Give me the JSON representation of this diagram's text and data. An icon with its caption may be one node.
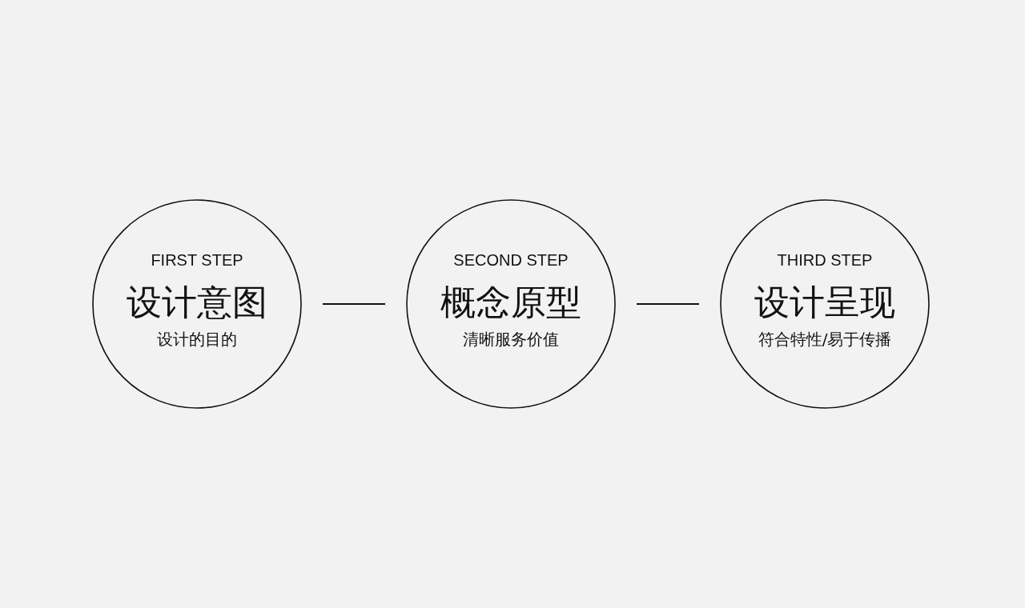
{
  "diagram": {
    "nodes": [
      {
        "text": [
          "FIRST STEP",
          "设计意图",
          "设计的目的"
        ]
      },
      {
        "text": [
          "SECOND STEP",
          "概念原型",
          "清晰服务价值"
        ]
      },
      {
        "text": [
          "THIRD STEP",
          "设计呈现",
          "符合特性/易于传播"
        ]
      }
    ],
    "edges": [
      {
        "from": 0,
        "to": 1,
        "arrow": "none"
      },
      {
        "from": 1,
        "to": 2,
        "arrow": "none"
      }
    ]
  }
}
